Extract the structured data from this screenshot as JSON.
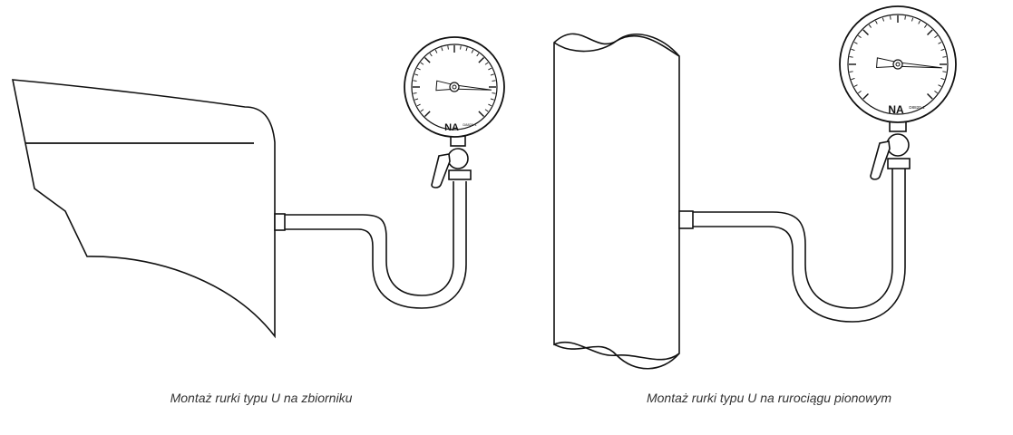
{
  "colors": {
    "line": "#111111",
    "caption": "#333333",
    "background": "#ffffff"
  },
  "panels": [
    {
      "id": "tank",
      "caption": "Montaż rurki typu U na zbiorniku",
      "gauge_logo": "NA",
      "gauge_code": "D8820-1"
    },
    {
      "id": "pipe",
      "caption": "Montaż rurki typu U na rurociągu pionowym",
      "gauge_logo": "NA",
      "gauge_code": "D8820-1"
    }
  ],
  "gauge": {
    "ticks": 30,
    "needle_value": 0.85
  }
}
